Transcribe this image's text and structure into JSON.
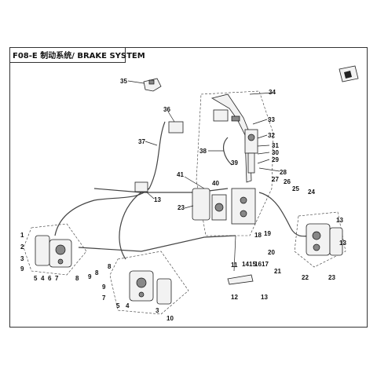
{
  "title": "F08-E 制动系统/ BRAKE SYSTEM",
  "callouts": [
    "1",
    "2",
    "3",
    "4",
    "5",
    "6",
    "7",
    "8",
    "9",
    "10",
    "11",
    "12",
    "13",
    "14",
    "15",
    "16",
    "17",
    "18",
    "19",
    "20",
    "21",
    "22",
    "23",
    "24",
    "25",
    "26",
    "27",
    "28",
    "29",
    "30",
    "31",
    "32",
    "33",
    "34",
    "35",
    "36",
    "37",
    "38",
    "39",
    "40",
    "41"
  ],
  "icons": {
    "view_marker": "arrow-marker-icon"
  }
}
